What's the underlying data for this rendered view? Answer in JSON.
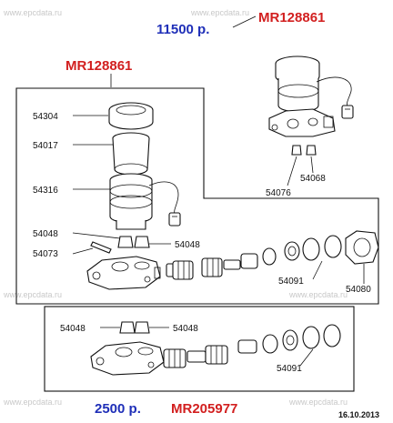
{
  "watermark": "www.epcdata.ru",
  "header": {
    "price_top": "11500 р.",
    "part_no_top_right": "MR128861",
    "part_no_top_left": "MR128861"
  },
  "labels": {
    "l54304": "54304",
    "l54017": "54017",
    "l54316": "54316",
    "l54048_a": "54048",
    "l54073": "54073",
    "l54048_b": "54048",
    "l54068": "54068",
    "l54076": "54076",
    "l54091_a": "54091",
    "l54080": "54080",
    "l54048_c": "54048",
    "l54048_d": "54048",
    "l54091_b": "54091"
  },
  "footer": {
    "price_bottom": "2500 р.",
    "part_no_bottom": "MR205977",
    "date": "16.10.2013"
  },
  "colors": {
    "price": "#1f2fb8",
    "part_no": "#d21f1f"
  }
}
